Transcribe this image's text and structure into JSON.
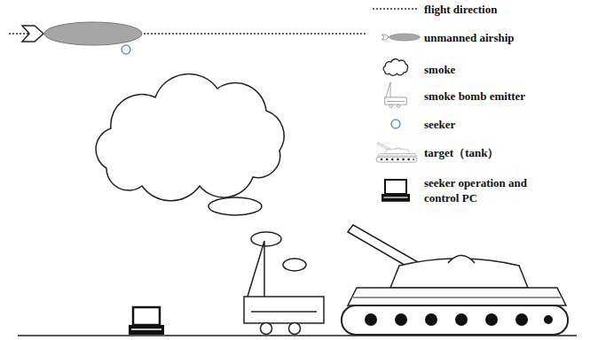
{
  "diagram": {
    "legend": [
      {
        "text": "flight direction"
      },
      {
        "text": "unmanned airship"
      },
      {
        "text": "smoke"
      },
      {
        "text": "smoke bomb emitter"
      },
      {
        "text": "seeker"
      },
      {
        "text": "target（tank）"
      },
      {
        "text": "seeker operation and control PC"
      }
    ]
  }
}
